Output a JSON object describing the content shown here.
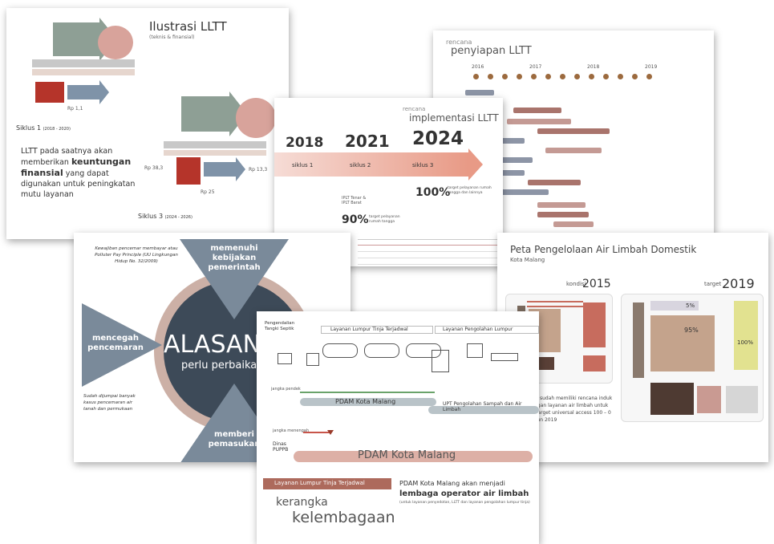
{
  "slide1": {
    "title": "Ilustrasi LLTT",
    "subtitle": "(teknis & finansial)",
    "siklus1_label": "Siklus 1",
    "siklus1_years": "(2018 - 2020)",
    "siklus3_label": "Siklus 3",
    "siklus3_years": "(2024 - 2026)",
    "rp1": "Rp 1,1",
    "rp2": "Rp 25",
    "rp3": "Rp 13,3",
    "rp4": "Rp 38,3",
    "body_pre": "LLTT pada saatnya akan memberikan ",
    "body_bold": "keuntungan finansial",
    "body_post": " yang dapat digunakan untuk peningkatan mutu layanan"
  },
  "slide2": {
    "title_small": "rencana",
    "title": "penyiapan LLTT",
    "years": [
      "2016",
      "2017",
      "2018",
      "2019"
    ]
  },
  "slide3": {
    "title_small": "rencana",
    "title": "implementasi LLTT",
    "years": [
      "2018",
      "2021",
      "2024"
    ],
    "cycles": [
      "siklus 1",
      "siklus 2",
      "siklus 3"
    ],
    "pct1": "100%",
    "pct1_note": "target pelayanan rumah tangga dan lainnya",
    "pct2": "90%",
    "pct2_note": "target pelayanan rumah tangga",
    "ipl_note": "IPLT Tenar & IPLT Barat"
  },
  "slide4": {
    "center_big": "ALASAN",
    "center_small": "perlu perbaikan",
    "top": "memenuhi kebijakan pemerintah",
    "left": "mencegah pencemaran",
    "bottom": "memberi pemasukan",
    "note_top": "Kewajiban pencemar membayar atau Polluter Pay Principle (UU Lingkungan Hidup No. 32/2009)",
    "note_bottom": "Sudah dijumpai banyak kasus pencemaran air tanah dan permukaan"
  },
  "slide5": {
    "title": "Peta Pengelolaan Air Limbah Domestik",
    "subtitle": "Kota Malang",
    "kondisi_label": "kondisi",
    "kondisi_year": "2015",
    "target_label": "target",
    "target_year": "2019",
    "pct5": "5%",
    "pct95": "95%",
    "pct100": "100%",
    "body": "Kota Malang sudah memiliki rencana induk pengembangan layanan air limbah untuk memenuhi target universal access 100 – 0 – 100 di tahun 2019"
  },
  "slide6": {
    "top_left": "Pengendalian Tangki Septik",
    "band1": "Layanan Lumpur Tinja Terjadwal",
    "band2": "Layanan Pengolahan Lumpur",
    "label_pdam_small": "PDAM Kota Malang",
    "label_uptd": "UPT Pengolahan Sampah dan Air Limbah",
    "jangka_pendek": "jangka pendek",
    "jangka_menengah": "jangka menengah",
    "dinas": "Dinas PUPPB",
    "pdam_big": "PDAM Kota Malang",
    "pill": "Layanan Lumpur Tinja Terjadwal",
    "kerangka1": "kerangka",
    "kerangka2": "kelembagaan",
    "right_pre": "PDAM Kota Malang akan menjadi",
    "right_bold": "lembaga operator air limbah",
    "right_note": "(untuk layanan penyedotan, LLTT dan layanan pengolahan lumpur tinja)"
  }
}
